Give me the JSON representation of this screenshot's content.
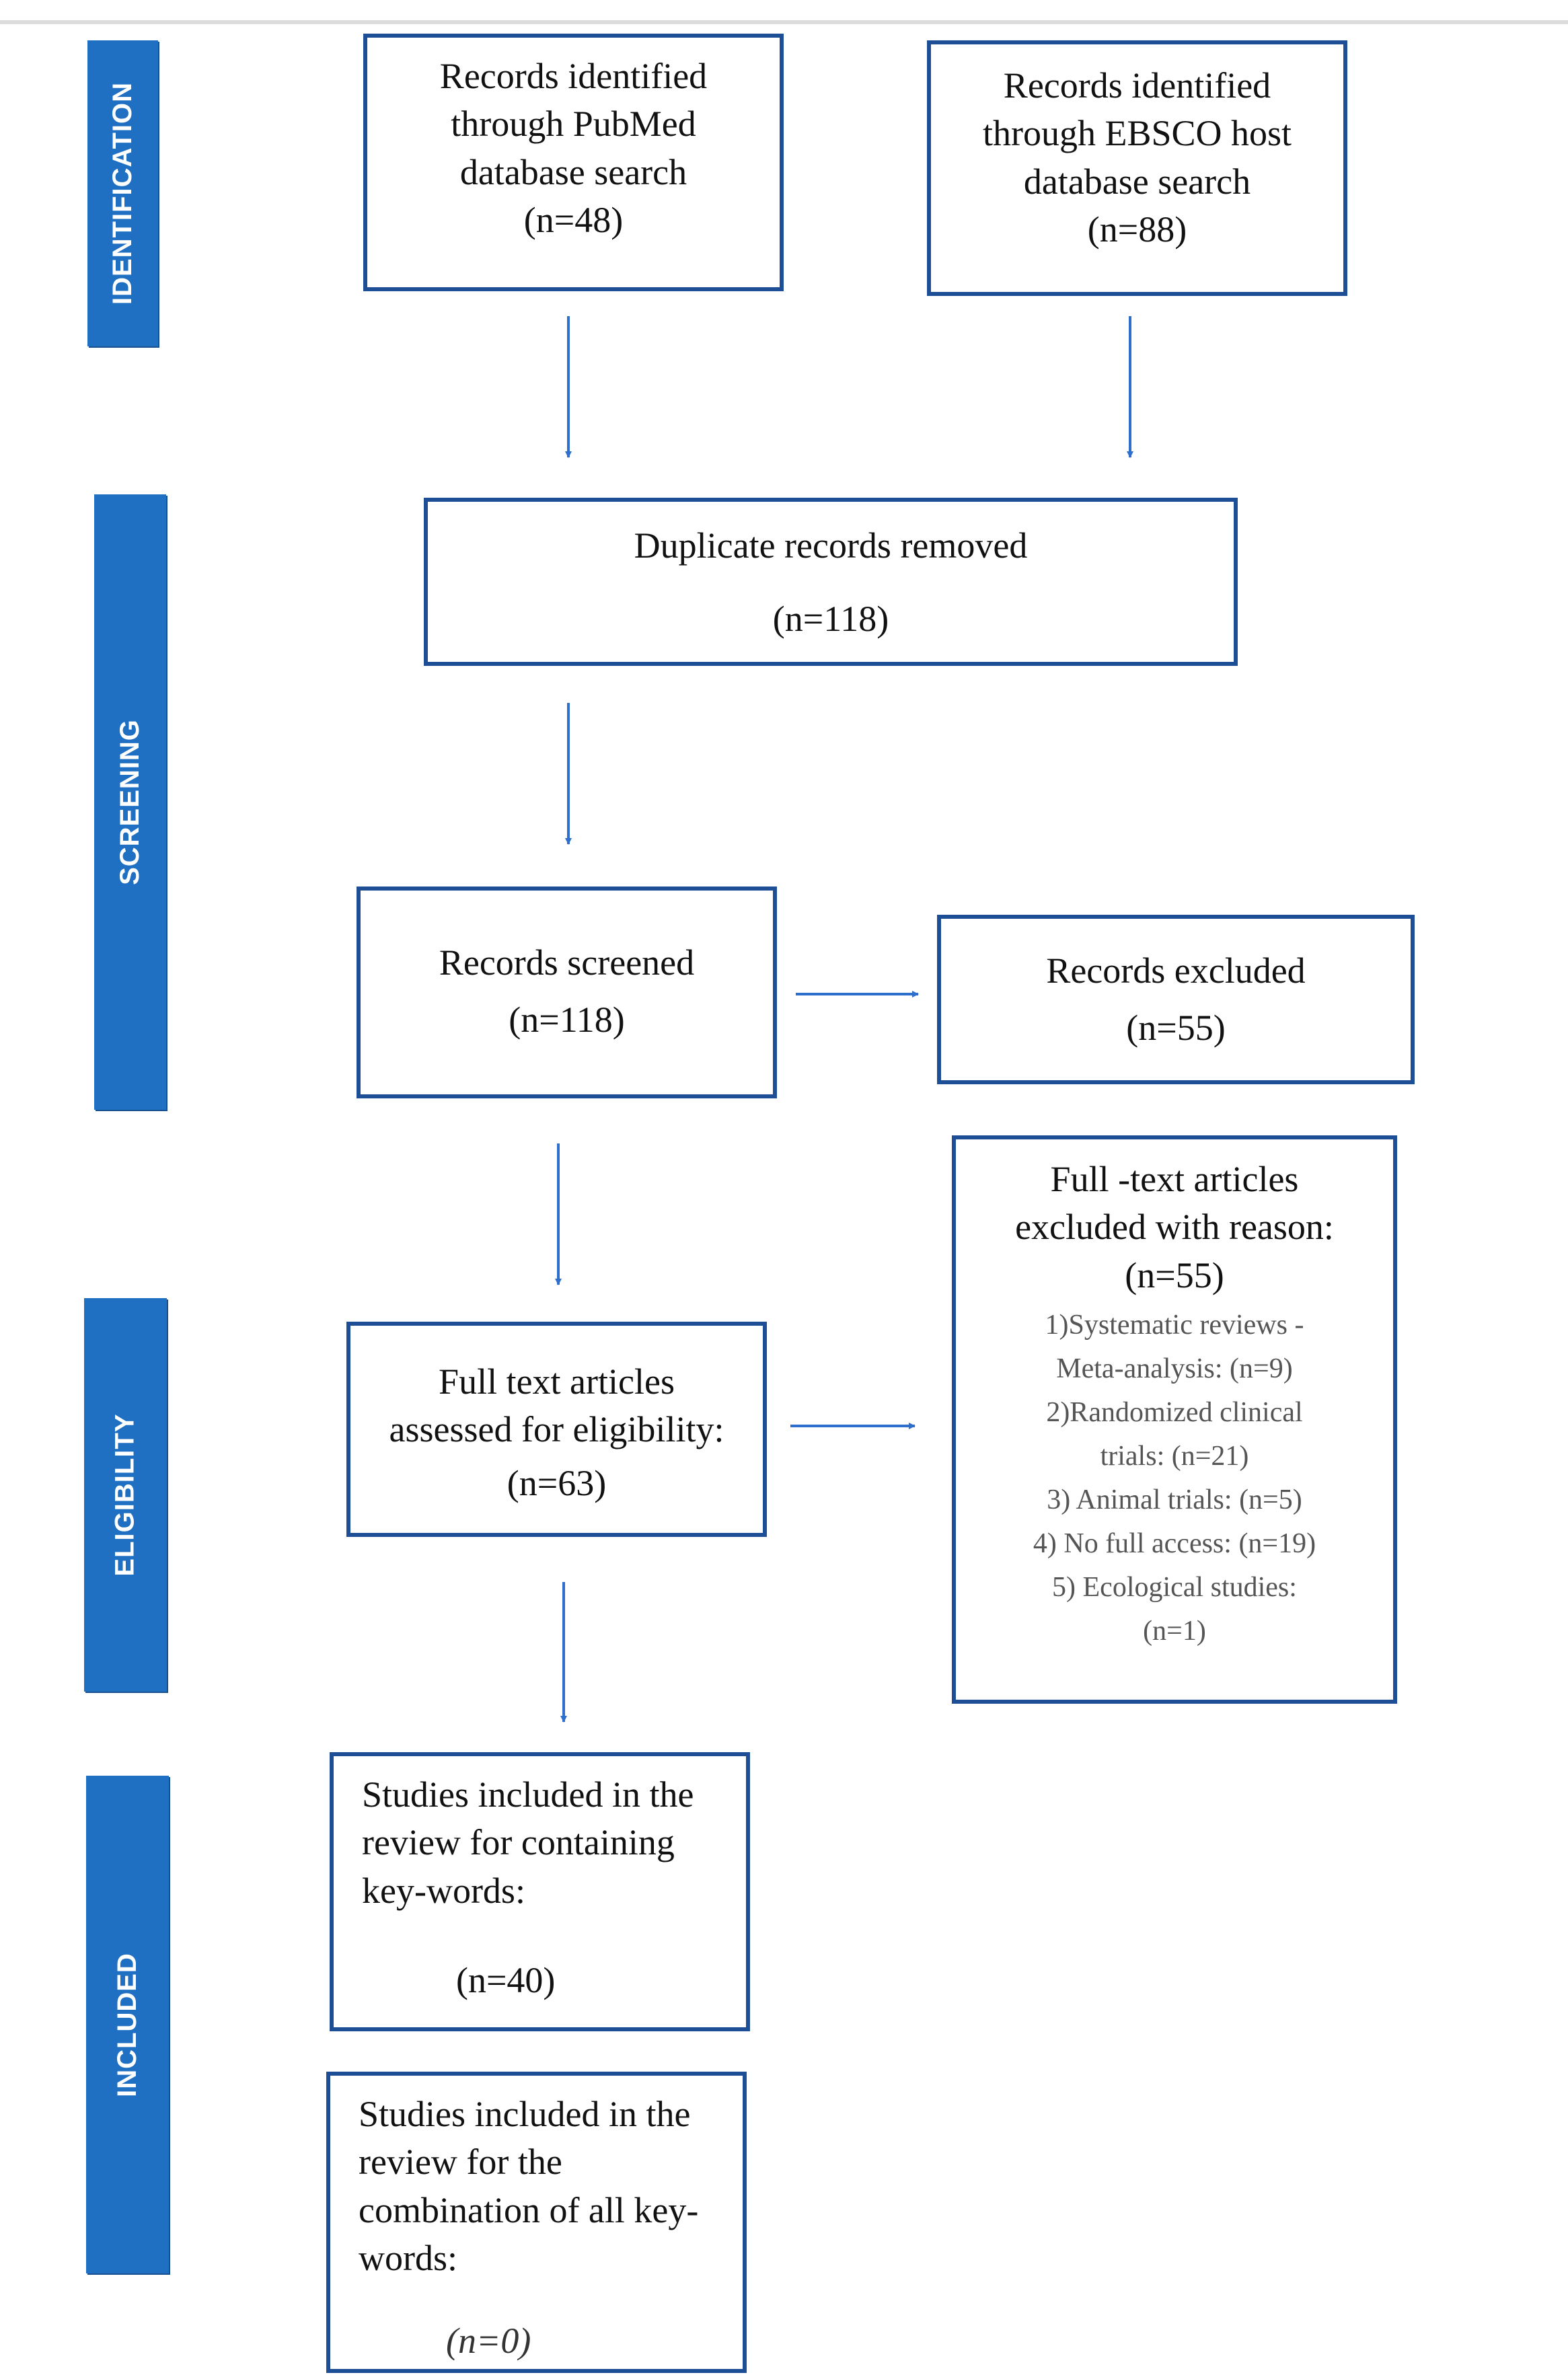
{
  "phases": {
    "identification": "IDENTIFICATION",
    "screening": "SCREENING",
    "eligibility": "ELIGIBILITY",
    "included": "INCLUDED"
  },
  "boxes": {
    "pubmed": {
      "lines": [
        "Records identified",
        "through PubMed",
        "database search"
      ],
      "count": "(n=48)"
    },
    "ebsco": {
      "lines": [
        "Records identified",
        "through EBSCO host",
        "database search"
      ],
      "count": "(n=88)"
    },
    "duplicates": {
      "title": "Duplicate records removed",
      "count": "(n=118)"
    },
    "screened": {
      "title": "Records screened",
      "count": "(n=118)"
    },
    "excluded": {
      "title": "Records excluded",
      "count": "(n=55)"
    },
    "fulltext_assessed": {
      "lines": [
        "Full text articles",
        "assessed for eligibility:"
      ],
      "count": "(n=63)"
    },
    "fulltext_excluded": {
      "lines": [
        "Full -text articles",
        "excluded with reason:"
      ],
      "count": "(n=55)",
      "reasons": [
        "1)Systematic reviews -",
        "Meta-analysis: (n=9)",
        "2)Randomized clinical",
        "trials: (n=21)",
        "3) Animal trials: (n=5)",
        "4) No full access: (n=19)",
        "5) Ecological studies:",
        "(n=1)"
      ]
    },
    "included_keywords": {
      "lines": [
        "Studies included in the",
        "review for containing",
        "key-words:"
      ],
      "count": "(n=40)"
    },
    "included_combination": {
      "lines": [
        "Studies included in the",
        "review for the",
        "combination of all key-",
        "words:"
      ],
      "count": "(n=0)"
    }
  }
}
